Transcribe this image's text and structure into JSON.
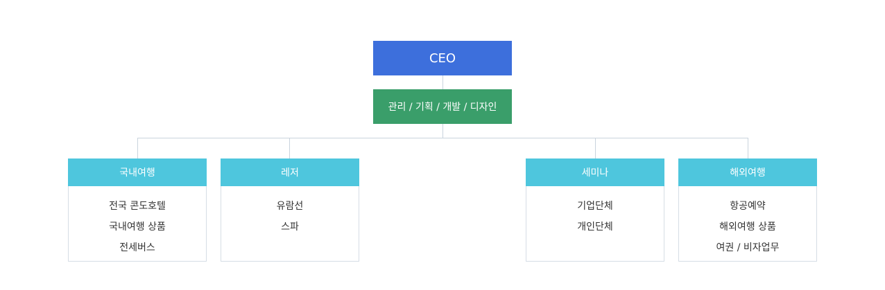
{
  "colors": {
    "ceo": "#3d6fdc",
    "management": "#3a9e6a",
    "department": "#4ec6dd",
    "connector": "#c9d3dd"
  },
  "org": {
    "ceo": "CEO",
    "management": "관리 / 기획 / 개발 / 디자인",
    "departments": [
      {
        "title": "국내여행",
        "items": [
          "전국 콘도호텔",
          "국내여행 상품",
          "전세버스"
        ]
      },
      {
        "title": "레저",
        "items": [
          "유람선",
          "스파"
        ]
      },
      {
        "title": "세미나",
        "items": [
          "기업단체",
          "개인단체"
        ]
      },
      {
        "title": "해외여행",
        "items": [
          "항공예약",
          "해외여행 상품",
          "여권 / 비자업무"
        ]
      }
    ]
  }
}
